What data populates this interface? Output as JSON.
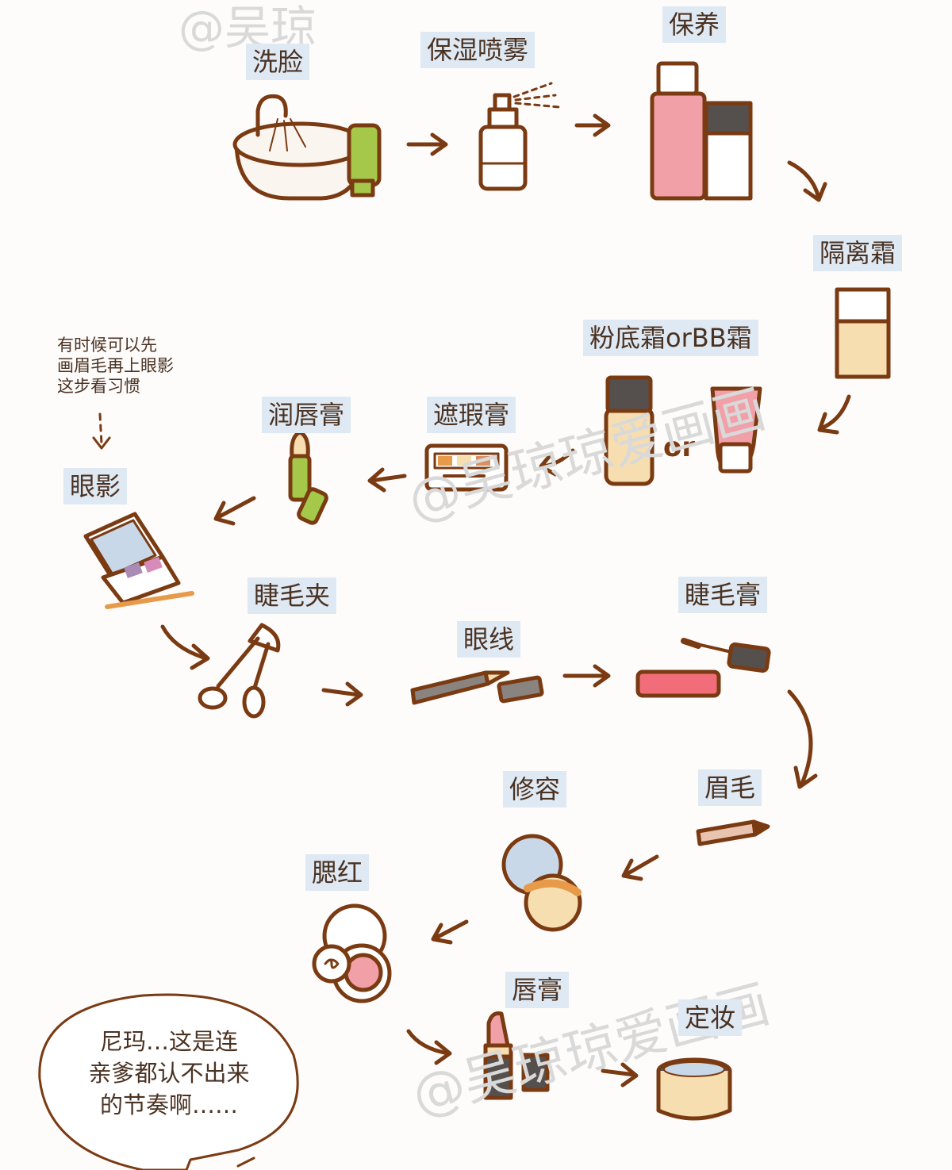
{
  "watermark": "@吴琼琼爱画画",
  "watermark_top": "@吴琼",
  "steps": {
    "wash_face": "洗脸",
    "mist_spray": "保湿喷雾",
    "skincare": "保养",
    "primer": "隔离霜",
    "foundation": "粉底霜orBB霜",
    "or_text": "or",
    "concealer": "遮瑕膏",
    "lip_balm": "润唇膏",
    "eyeshadow": "眼影",
    "lash_curler": "睫毛夹",
    "eyeliner": "眼线",
    "mascara": "睫毛膏",
    "eyebrow": "眉毛",
    "contour": "修容",
    "blush": "腮红",
    "lipstick": "唇膏",
    "setting": "定妆"
  },
  "note": "有时候可以先\n画眉毛再上眼影\n这步看习惯",
  "speech_bubble": "尼玛…这是连\n亲爹都认不出来\n的节奏啊……",
  "colors": {
    "outline": "#7a3a12",
    "arrow": "#8a3f15",
    "label_bg": "#dfe9f3",
    "pink": "#f2a0a8",
    "green": "#a5c84a",
    "beige": "#f6deb0",
    "dark": "#55504d"
  }
}
